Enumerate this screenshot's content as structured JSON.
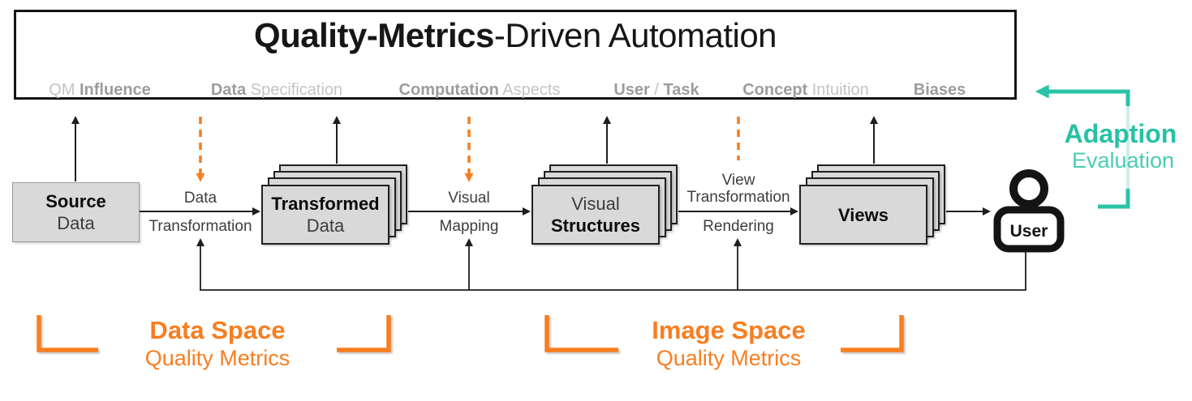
{
  "title": {
    "bold": "Quality-Metrics",
    "rest": "-Driven Automation"
  },
  "aspects": [
    {
      "name": "qm-influence",
      "segments": [
        {
          "text": "QM ",
          "bold": false
        },
        {
          "text": "Influence",
          "bold": true
        }
      ]
    },
    {
      "name": "data-specification",
      "segments": [
        {
          "text": "Data",
          "bold": true
        },
        {
          "text": " Specification",
          "bold": false
        }
      ]
    },
    {
      "name": "computation-aspects",
      "segments": [
        {
          "text": "Computation",
          "bold": true
        },
        {
          "text": " Aspects",
          "bold": false
        }
      ]
    },
    {
      "name": "user-task",
      "segments": [
        {
          "text": "User",
          "bold": true
        },
        {
          "text": " / ",
          "bold": false
        },
        {
          "text": "Task",
          "bold": true
        }
      ]
    },
    {
      "name": "concept-intuition",
      "segments": [
        {
          "text": "Concept",
          "bold": true
        },
        {
          "text": " Intuition",
          "bold": false
        }
      ]
    },
    {
      "name": "biases",
      "segments": [
        {
          "text": "Biases",
          "bold": true
        }
      ]
    }
  ],
  "stages": [
    {
      "id": "source-data",
      "lines": [
        {
          "text": "Source",
          "bold": true
        },
        {
          "text": "Data",
          "bold": false
        }
      ]
    },
    {
      "id": "transformed-data",
      "lines": [
        {
          "text": "Transformed",
          "bold": true
        },
        {
          "text": "Data",
          "bold": false
        }
      ]
    },
    {
      "id": "visual-structures",
      "lines": [
        {
          "text": "Visual",
          "bold": false
        },
        {
          "text": "Structures",
          "bold": true
        }
      ]
    },
    {
      "id": "views",
      "lines": [
        {
          "text": "Views",
          "bold": true
        }
      ]
    }
  ],
  "transitions": [
    {
      "above": [
        "Data"
      ],
      "below": "Transformation"
    },
    {
      "above": [
        "Visual"
      ],
      "below": "Mapping"
    },
    {
      "above": [
        "View",
        "Transformation"
      ],
      "below": "Rendering"
    }
  ],
  "user_node": {
    "label": "User"
  },
  "adaption": {
    "title": "Adaption",
    "subtitle": "Evaluation"
  },
  "quality_metrics": [
    {
      "id": "data-space",
      "title": "Data Space",
      "subtitle": "Quality Metrics"
    },
    {
      "id": "image-space",
      "title": "Image Space",
      "subtitle": "Quality Metrics"
    }
  ],
  "colors": {
    "accent_orange": "#F87E20",
    "accent_teal": "#2BC3A6",
    "node_fill": "#D9D9D9",
    "label_gray_bold": "#9C9C9C",
    "label_gray_light": "#C4C4C4",
    "line_black": "#1E1E1E"
  }
}
